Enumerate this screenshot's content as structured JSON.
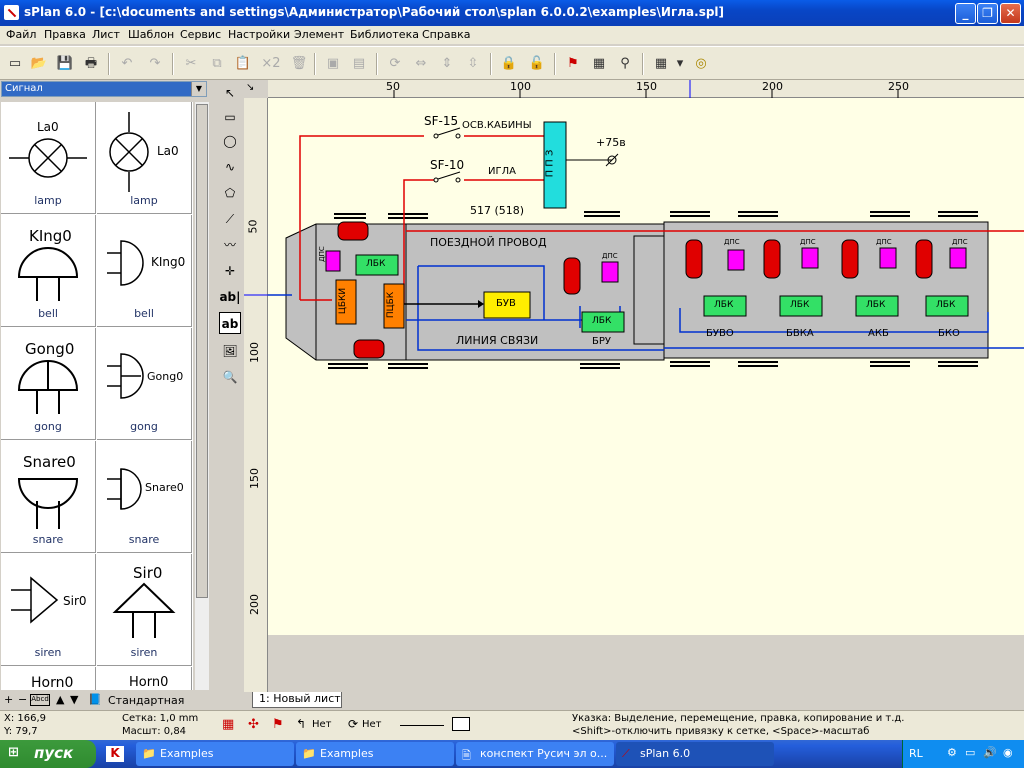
{
  "window": {
    "title": "sPlan 6.0 - [c:\\documents and settings\\Администратор\\Рабочий стол\\splan 6.0.0.2\\examples\\Игла.spl]"
  },
  "menu": [
    "Файл",
    "Правка",
    "Лист",
    "Шаблон",
    "Сервис",
    "Настройки",
    "Элемент",
    "Библиотека",
    "Справка"
  ],
  "toolbar": {
    "x2": "×2"
  },
  "library": {
    "selected": "Сигнал",
    "items": [
      {
        "label": "La0",
        "name": "lamp"
      },
      {
        "label": "La0",
        "name": "lamp"
      },
      {
        "label": "KIng0",
        "name": "bell"
      },
      {
        "label": "KIng0",
        "name": "bell"
      },
      {
        "label": "Gong0",
        "name": "gong"
      },
      {
        "label": "Gong0",
        "name": "gong"
      },
      {
        "label": "Snare0",
        "name": "snare"
      },
      {
        "label": "Snare0",
        "name": "snare"
      },
      {
        "label": "Sir0",
        "name": "siren"
      },
      {
        "label": "Sir0",
        "name": "siren"
      },
      {
        "label": "Horn0",
        "name": ""
      },
      {
        "label": "Horn0",
        "name": ""
      }
    ],
    "bottom_label": "Стандартная"
  },
  "ruler": {
    "top": [
      "50",
      "100",
      "150",
      "200",
      "250"
    ],
    "left": [
      "50",
      "100",
      "150",
      "200"
    ]
  },
  "schematic": {
    "sf15": "SF-15",
    "osv": "ОСВ.КАБИНЫ",
    "sf10": "SF-10",
    "igla": "ИГЛА",
    "v75": "+75в",
    "ppz": "П П З",
    "n517": "517 (518)",
    "poezd": "ПОЕЗДНОЙ ПРОВОД",
    "linia": "ЛИНИЯ СВЯЗИ",
    "dps": "ДПС",
    "lbk": "ЛБК",
    "buv": "БУВ",
    "cbki": "ЦБКИ",
    "pcbk": "ПЦБК",
    "bru": "БРУ",
    "buvo": "БУВО",
    "bvka": "БВКА",
    "akb": "АКБ",
    "bko": "БКО"
  },
  "sheet_tab": "1: Новый лист",
  "status": {
    "x": "X: 166,9",
    "y": "Y: 79,7",
    "grid": "Сетка: 1,0 mm",
    "scale": "Масшт: 0,84",
    "net1": "Нет",
    "net2": "Нет",
    "hint1": "Указка: Выделение, перемещение, правка, копирование и т.д.",
    "hint2": "<Shift>-отключить привязку к сетке, <Space>-масштаб"
  },
  "taskbar": {
    "start": "пуск",
    "tasks": [
      "Examples",
      "Examples",
      "конспект Русич эл о...",
      "sPlan 6.0"
    ],
    "lang": "RL"
  },
  "colors": {
    "wire_red": "#e00000",
    "wire_blue": "#0030d0",
    "lbk_green": "#33e066",
    "dps_magenta": "#ff00ff",
    "buv_yellow": "#ffee00",
    "orange": "#ff8000",
    "cyan": "#22dddd",
    "body_gray": "#c0c0c0"
  }
}
